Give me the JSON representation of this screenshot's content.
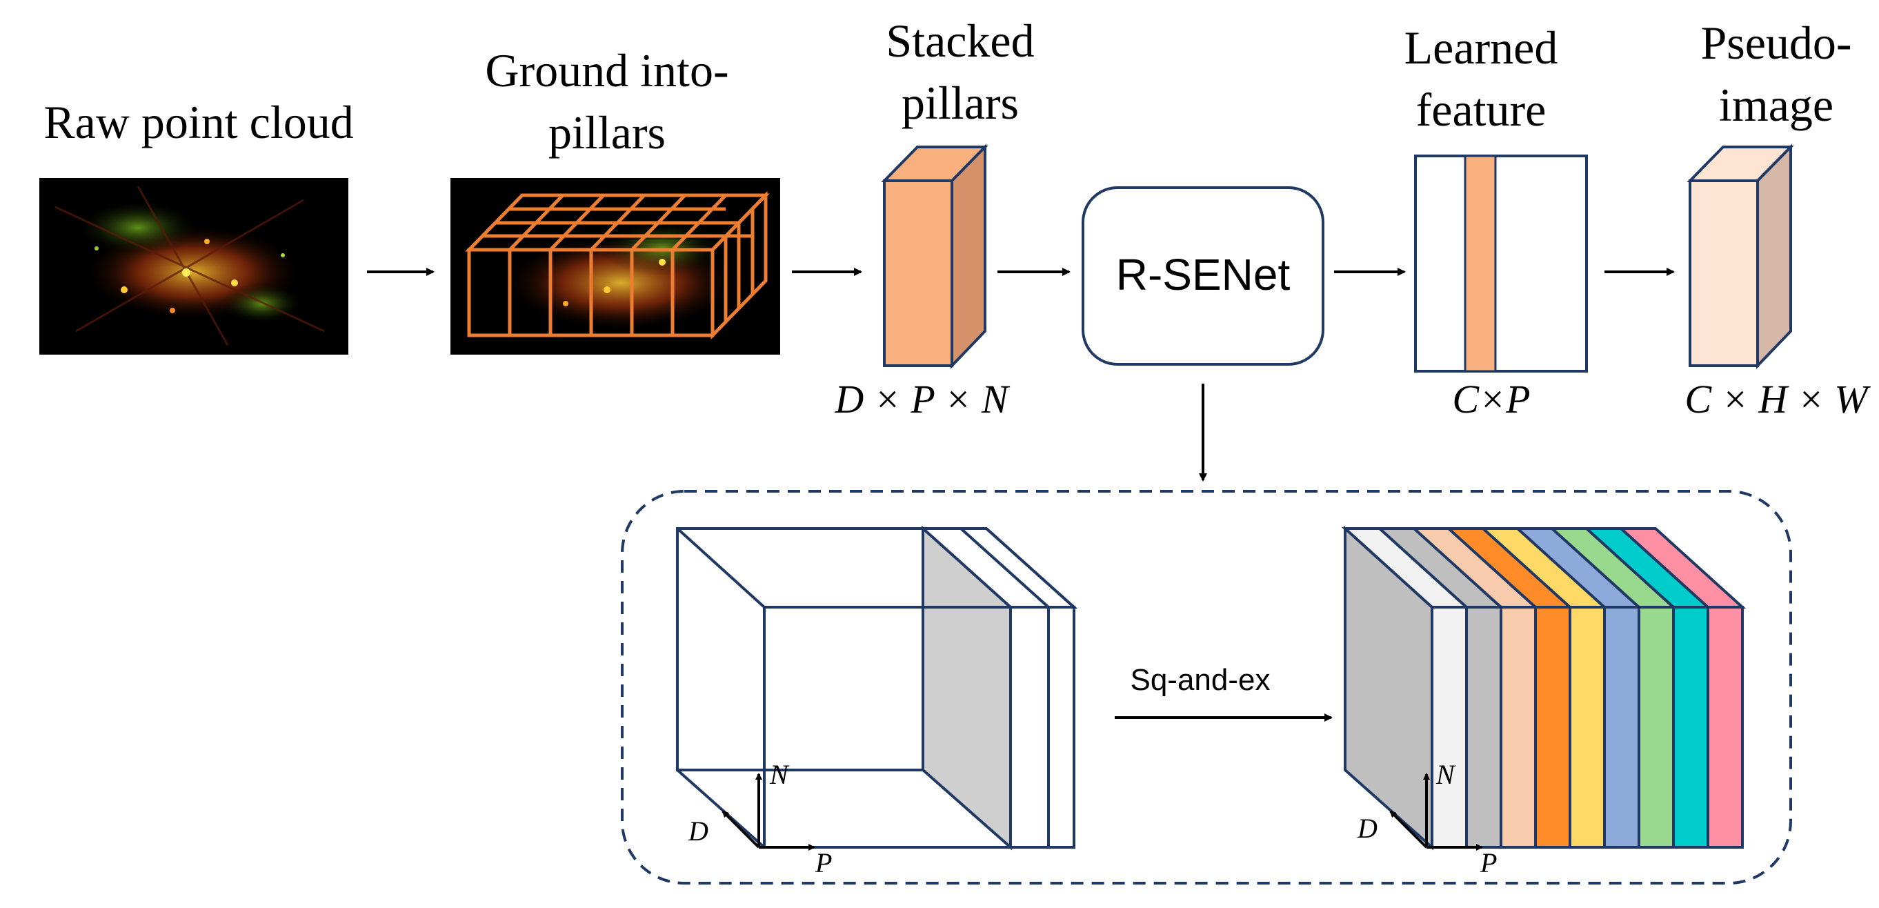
{
  "labels": {
    "raw_point_cloud": "Raw point cloud",
    "ground_into": "Ground into-",
    "ground_pillars": "pillars",
    "stacked": "Stacked",
    "stacked_pillars": "pillars",
    "learned": "Learned",
    "learned_feature": "feature",
    "pseudo": "Pseudo-",
    "pseudo_image": "image",
    "rsenet": "R-SENet",
    "sq_and_ex": "Sq-and-ex"
  },
  "dimensions": {
    "stacked": "D × P × N",
    "learned": "C×P",
    "pseudo": "C × H × W"
  },
  "axes": {
    "n": "N",
    "d": "D",
    "p": "P"
  },
  "colors": {
    "pillar_orange": "#ED7D31",
    "stacked_front": "#F8B07F",
    "stacked_side": "#D4916A",
    "learned_strip": "#F8B07F",
    "pseudo_front": "#FDE4D3",
    "pseudo_side": "#D5B8A8",
    "navy": "#1f3864",
    "channel_colors": [
      "#f2f2f2",
      "#bfbfbf",
      "#f8cbad",
      "#ff8c28",
      "#ffd966",
      "#8eaadb",
      "#98d98e",
      "#00cccc",
      "#ff8fa3"
    ]
  }
}
